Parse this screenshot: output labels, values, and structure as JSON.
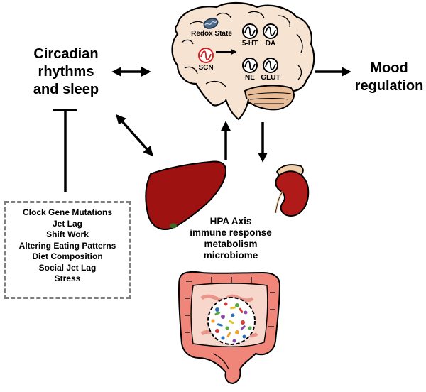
{
  "labels": {
    "circadian": [
      "Circadian",
      "rhythms",
      "and sleep"
    ],
    "mood": [
      "Mood",
      "regulation"
    ],
    "redox_state": "Redox State",
    "scn": "SCN",
    "ht5": "5-HT",
    "da": "DA",
    "ne": "NE",
    "glut": "GLUT",
    "systems": [
      "HPA Axis",
      "immune response",
      "metabolism",
      "microbiome"
    ]
  },
  "factors": [
    "Clock Gene Mutations",
    "Jet Lag",
    "Shift Work",
    "Altering Eating Patterns",
    "Diet Composition",
    "Social Jet Lag",
    "Stress"
  ],
  "icons": [
    "brain-icon",
    "liver-icon",
    "kidney-icon",
    "adrenal-gland-icon",
    "intestine-icon",
    "mitochondrion-icon",
    "oscillator-icon",
    "microbiome-icon"
  ],
  "colors": {
    "brain": "#f6e3d2",
    "cerebellum": "#e8bc96",
    "liver": "#9e1212",
    "kidney": "#b01a18",
    "adrenal": "#f1cfaa",
    "intestine": "#f0867a",
    "scn_wave": "#d81e1e",
    "factor_border": "#7f7f7f"
  }
}
